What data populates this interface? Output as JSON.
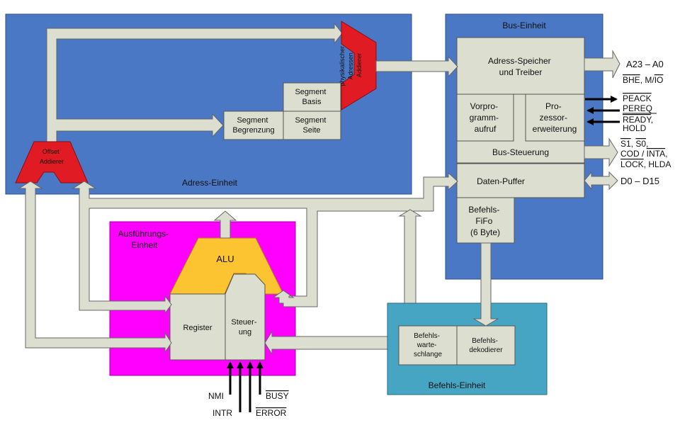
{
  "colors": {
    "address_unit": "#4a78c4",
    "bus_unit": "#4a78c4",
    "execution_unit": "#ff00ff",
    "instruction_unit": "#47a5c4",
    "adder_red": "#e01b24",
    "alu_yellow": "#fcc431",
    "block_fill": "#dcdfd0"
  },
  "address_unit": {
    "label": "Adress-Einheit",
    "offset_adder": [
      "Offset",
      "Addierer"
    ],
    "physical_adder": [
      "physikalischer",
      "Adressen",
      "Addierer"
    ],
    "segment_base": [
      "Segment",
      "Basis"
    ],
    "segment_limit": [
      "Segment",
      "Begrenzung"
    ],
    "segment_page": [
      "Segment",
      "Seite"
    ]
  },
  "bus_unit": {
    "label": "Bus-Einheit",
    "address_latch": [
      "Adress-Speicher",
      "und Treiber"
    ],
    "prefetch": [
      "Vorpro-",
      "gramm-",
      "aufruf"
    ],
    "processor_ext": [
      "Pro-",
      "zessor-",
      "erweiterung"
    ],
    "bus_control": "Bus-Steuerung",
    "data_buffer": "Daten-Puffer",
    "instruction_fifo": [
      "Befehls-",
      "FiFo",
      "(6 Byte)"
    ]
  },
  "execution_unit": {
    "label": [
      "Ausführungs-",
      "Einheit"
    ],
    "alu": "ALU",
    "register": "Register",
    "control": [
      "Steuer-",
      "ung"
    ]
  },
  "instruction_unit": {
    "label": "Befehls-Einheit",
    "queue": [
      "Befehls-",
      "warte-",
      "schlange"
    ],
    "decoder": [
      "Befehls-",
      "dekodierer"
    ]
  },
  "signals": {
    "address": "A23 – A0",
    "bhe_mio": [
      "BHE",
      ", M/",
      "IO"
    ],
    "peack": "PEACK",
    "pereq": "PEREQ",
    "ready": "READY",
    "ready_suffix": ",",
    "hold": "HOLD",
    "s1": "S1",
    "s0": "S0",
    "sep": ", ",
    "sep2": ",",
    "cod": "COD / ",
    "inta": "INTA",
    "inta_suffix": ",",
    "lock": "LOCK",
    "hlda": ", HLDA",
    "data": "D0 – D15",
    "nmi": "NMI",
    "intr": "INTR",
    "busy": "BUSY",
    "error": "ERROR"
  }
}
